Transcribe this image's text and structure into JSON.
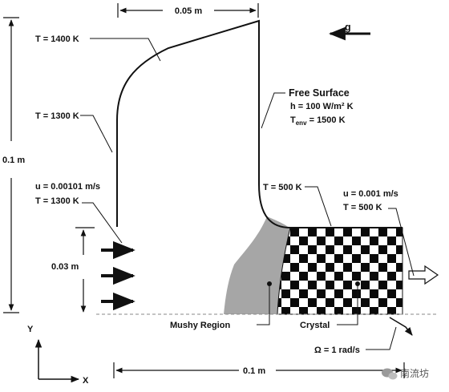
{
  "labels": {
    "width_top": "0.05 m",
    "gravity": "g",
    "temp_top": "T = 1400 K",
    "temp_side": "T = 1300 K",
    "free_surface": "Free Surface",
    "h_coeff": "h = 100 W/m² K",
    "t_env_prefix": "T",
    "t_env_sub": "env",
    "t_env_value": " = 1500 K",
    "height_total": "0.1 m",
    "inlet_velocity": "u = 0.00101 m/s",
    "inlet_temp": "T = 1300 K",
    "temp_bottom_corner": "T = 500 K",
    "crystal_velocity": "u = 0.001 m/s",
    "crystal_temp": "T = 500 K",
    "inlet_height": "0.03 m",
    "mushy_region": "Mushy Region",
    "crystal": "Crystal",
    "rotation": "Ω = 1 rad/s",
    "axis_y": "Y",
    "axis_x": "X",
    "width_bottom": "0.1 m",
    "watermark": "南流坊"
  },
  "colors": {
    "line": "#111111",
    "mushy": "#a6a6a6",
    "checker_dark": "#0a0a0a",
    "checker_light": "#ffffff"
  },
  "icons": [
    "gravity-arrow-icon",
    "inflow-arrow-icon",
    "outflow-arrow-icon",
    "wechat-icon"
  ]
}
